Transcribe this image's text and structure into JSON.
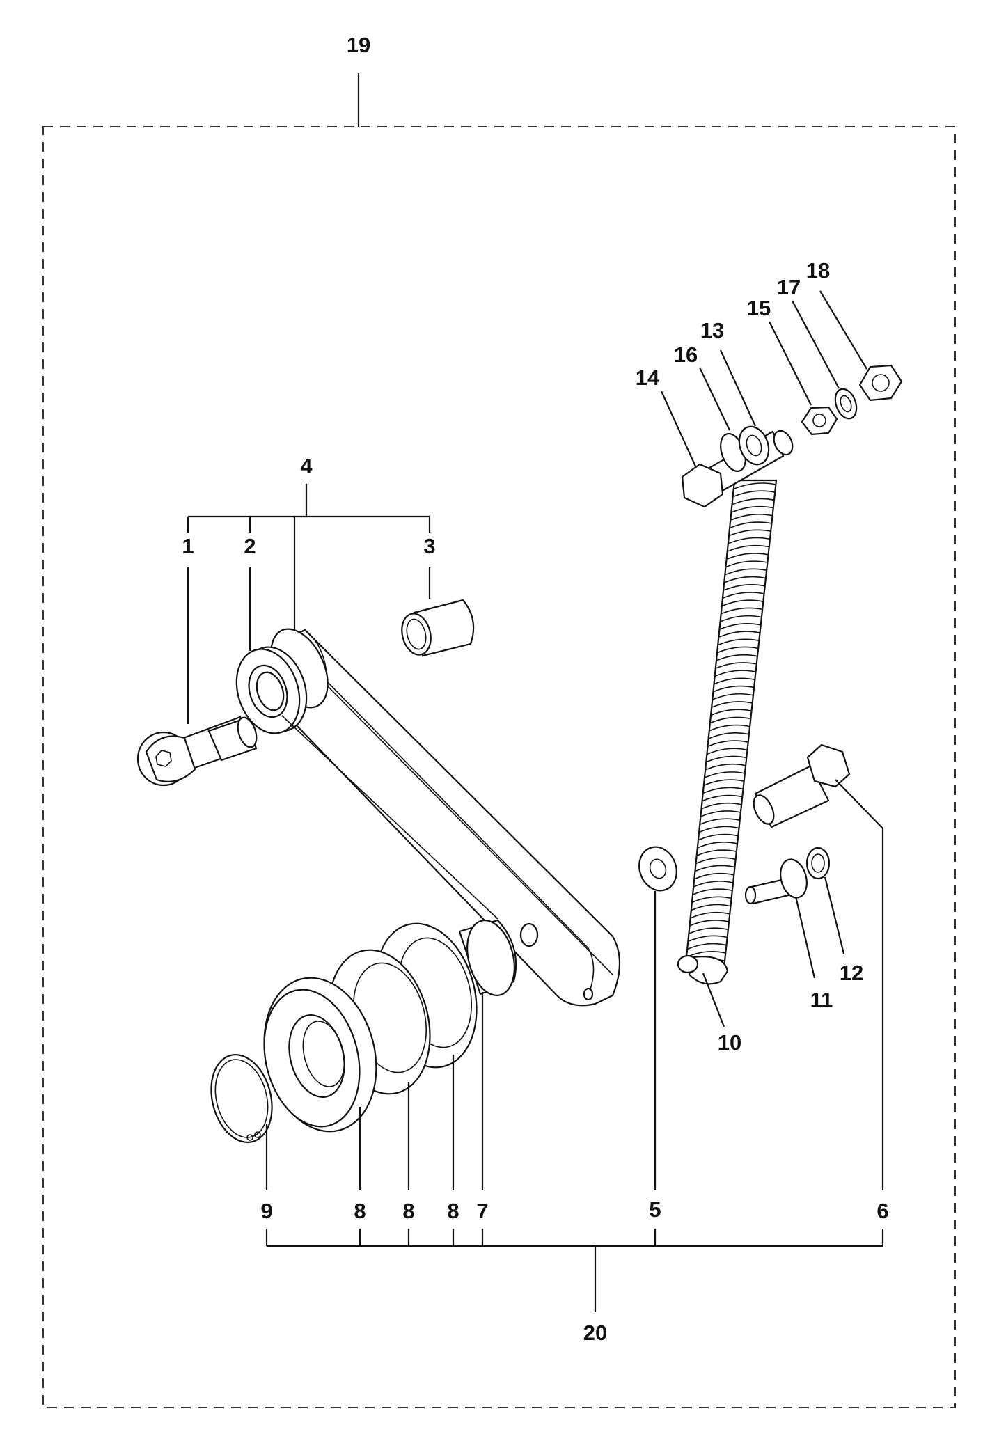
{
  "callouts": {
    "c1": "1",
    "c2": "2",
    "c3": "3",
    "c4": "4",
    "c5": "5",
    "c6": "6",
    "c7": "7",
    "c8a": "8",
    "c8b": "8",
    "c8c": "8",
    "c9": "9",
    "c10": "10",
    "c11": "11",
    "c12": "12",
    "c13": "13",
    "c14": "14",
    "c15": "15",
    "c16": "16",
    "c17": "17",
    "c18": "18",
    "c19": "19",
    "c20": "20"
  }
}
